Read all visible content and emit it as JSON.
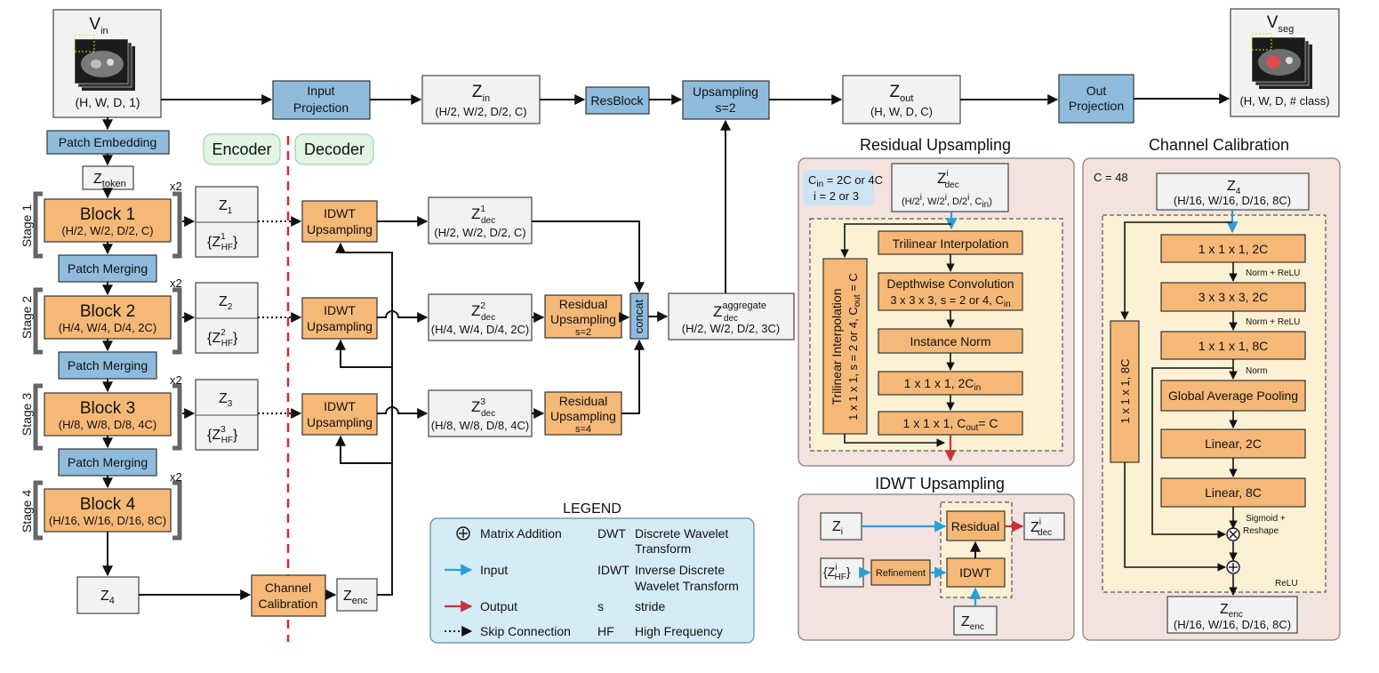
{
  "top": {
    "vin": {
      "main": "V",
      "sub": "in",
      "shape": "(H, W, D, 1)"
    },
    "input_projection": [
      "Input",
      "Projection"
    ],
    "z_in": {
      "main": "Z",
      "sub": "in",
      "shape": "(H/2, W/2, D/2, C)"
    },
    "resblock": "ResBlock",
    "upsampling": [
      "Upsampling",
      "s=2"
    ],
    "z_out": {
      "main": "Z",
      "sub": "out",
      "shape": "(H, W, D, C)"
    },
    "out_projection": [
      "Out",
      "Projection"
    ],
    "vseg": {
      "main": "V",
      "sub": "seg",
      "shape": "(H, W, D, # class)"
    }
  },
  "encoder": {
    "label": "Encoder",
    "patch_embedding": "Patch Embedding",
    "z_token": {
      "main": "Z",
      "sub": "token"
    },
    "repeat": "x2",
    "stages": [
      {
        "stage": "Stage 1",
        "block": "Block 1",
        "shape": "(H/2, W/2, D/2, C)",
        "z": "Z",
        "zsub": "1",
        "hf_sup": "1"
      },
      {
        "stage": "Stage 2",
        "block": "Block 2",
        "shape": "(H/4, W/4, D/4, 2C)",
        "z": "Z",
        "zsub": "2",
        "hf_sup": "2"
      },
      {
        "stage": "Stage 3",
        "block": "Block 3",
        "shape": "(H/8, W/8, D/8, 4C)",
        "z": "Z",
        "zsub": "3",
        "hf_sup": "3"
      },
      {
        "stage": "Stage 4",
        "block": "Block 4",
        "shape": "(H/16, W/16, D/16, 8C)"
      }
    ],
    "patch_merging": "Patch Merging",
    "hf_label": {
      "open": "{Z",
      "sub": "HF",
      "close": "}"
    },
    "z4": {
      "main": "Z",
      "sub": "4"
    }
  },
  "decoder": {
    "label": "Decoder",
    "idwt": [
      "IDWT",
      "Upsampling"
    ],
    "z_dec": [
      {
        "main": "Z",
        "sup": "1",
        "sub": "dec",
        "shape": "(H/2, W/2, D/2, C)"
      },
      {
        "main": "Z",
        "sup": "2",
        "sub": "dec",
        "shape": "(H/4, W/4, D/4, 2C)"
      },
      {
        "main": "Z",
        "sup": "3",
        "sub": "dec",
        "shape": "(H/8, W/8, D/8, 4C)"
      }
    ],
    "residual_sampling": [
      {
        "l1": "Residual",
        "l2": "Upsampling",
        "s": "s=2"
      },
      {
        "l1": "Residual",
        "l2": "Upsampling",
        "s": "s=4"
      }
    ],
    "concat": "concat",
    "aggregate": {
      "main": "Z",
      "sup": "aggregate",
      "sub": "dec",
      "shape": "(H/2, W/2, D/2, 3C)"
    },
    "channel_calibration": [
      "Channel",
      "Calibration"
    ],
    "z_enc": {
      "main": "Z",
      "sub": "enc"
    }
  },
  "legend": {
    "title": "LEGEND",
    "items": [
      {
        "symbol": "Matrix Addition",
        "abbr": "DWT",
        "desc1": "Discrete Wavelet",
        "desc2": "Transform"
      },
      {
        "symbol": "Input",
        "abbr": "IDWT",
        "desc1": "Inverse Discrete",
        "desc2": "Wavelet Transform"
      },
      {
        "symbol": "Output",
        "abbr": "s",
        "desc1": "stride",
        "desc2": ""
      },
      {
        "symbol": "Skip Connection",
        "abbr": "HF",
        "desc1": "High Frequency",
        "desc2": ""
      }
    ]
  },
  "residual_upsampling": {
    "title": "Residual Upsampling",
    "params": {
      "l1": "C",
      "l1sub": "in",
      "l1rest": " = 2C or 4C",
      "l2": "i = 2 or 3"
    },
    "input": {
      "main": "Z",
      "sup": "i",
      "sub": "dec",
      "shape": "(H/2",
      "shape2": ", W/2",
      "shape3": ", D/2",
      "shape4": ", C",
      "shape5": ")"
    },
    "side": {
      "l1": "Trilinear Interpolation",
      "l2": "1 x 1 x 1, s = 2 or 4, C",
      "l2sub": "out",
      "l2rest": " = C"
    },
    "steps": [
      "Trilinear Interpolation",
      "Depthwise Convolution",
      "3 x 3 x 3, s = 2 or 4, C",
      "Instance Norm",
      "1 x 1 x 1, 2C",
      "1 x 1 x 1, C",
      "= C"
    ]
  },
  "idwt_upsampling": {
    "title": "IDWT Upsampling",
    "zi": {
      "main": "Z",
      "sub": "i"
    },
    "hf": {
      "open": "{Z",
      "sup": "i",
      "sub": "HF",
      "close": "}"
    },
    "refinement": "Refinement",
    "residual": "Residual",
    "idwt": "IDWT",
    "zdec": {
      "main": "Z",
      "sup": "i",
      "sub": "dec"
    },
    "zenc": {
      "main": "Z",
      "sub": "enc"
    }
  },
  "channel_calibration": {
    "title": "Channel Calibration",
    "c": "C = 48",
    "input": {
      "main": "Z",
      "sub": "4",
      "shape": "(H/16, W/16, D/16, 8C)"
    },
    "side": "1 x 1 x 1, 8C",
    "steps": [
      "1 x 1 x 1, 2C",
      "3 x 3 x 3, 2C",
      "1 x 1 x 1, 8C",
      "Global Average Pooling",
      "Linear, 2C",
      "Linear, 8C"
    ],
    "notes": [
      "Norm + ReLU",
      "Norm + ReLU",
      "Norm",
      "Sigmoid +",
      "Reshape",
      "ReLU"
    ],
    "output": {
      "main": "Z",
      "sub": "enc",
      "shape": "(H/16, W/16, D/16, 8C)"
    }
  }
}
